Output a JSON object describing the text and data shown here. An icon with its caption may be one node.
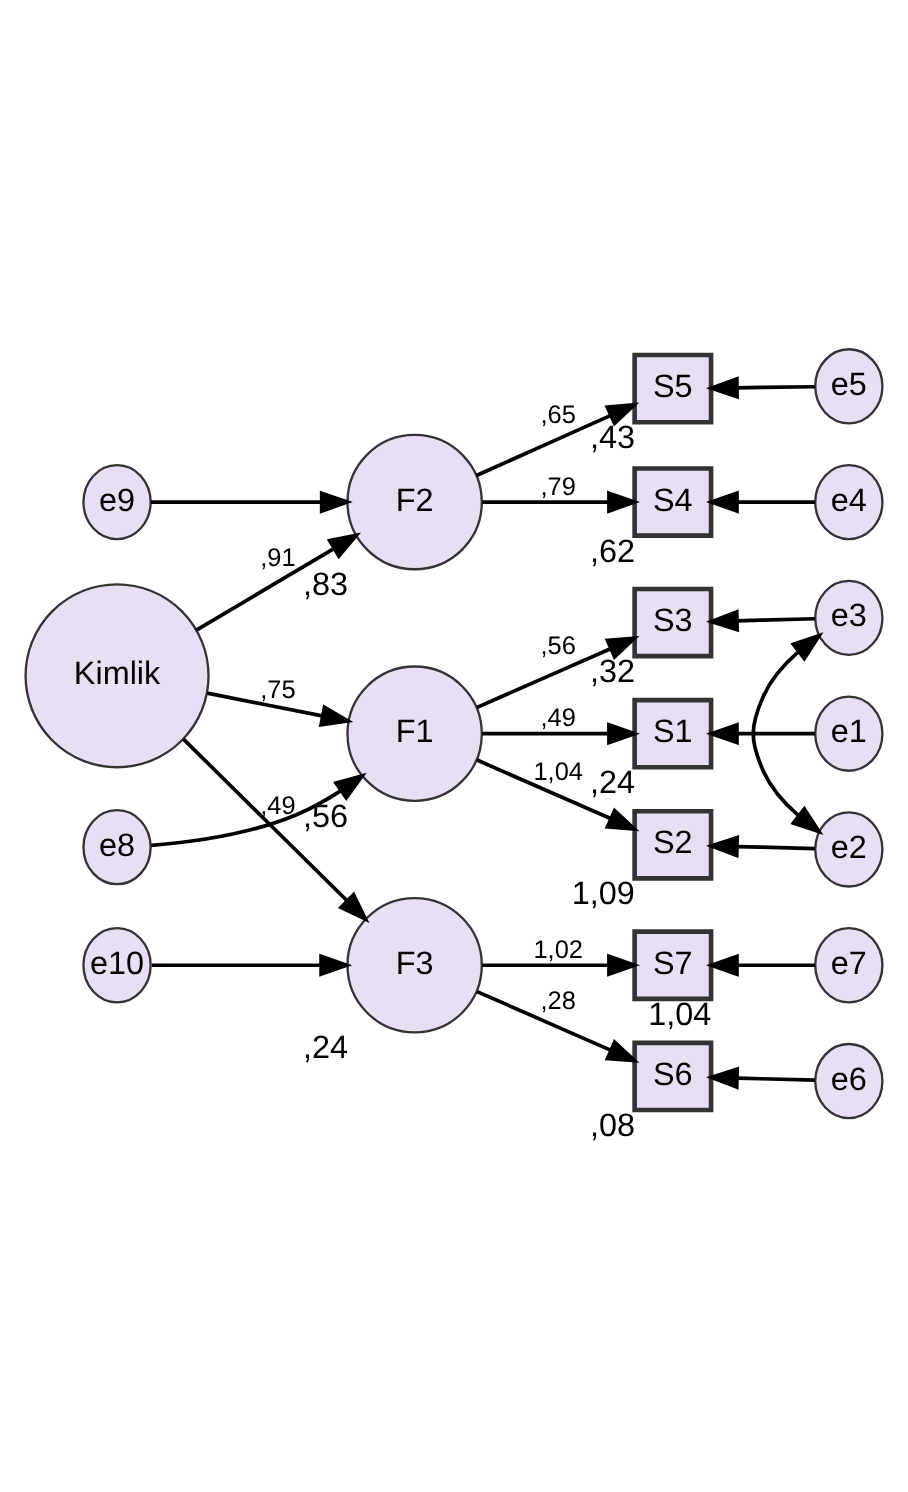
{
  "diagram": {
    "nodes": [
      {
        "text": [
          "e8"
        ]
      },
      {
        "text": [
          "F1"
        ],
        "beside": [
          ",56"
        ]
      },
      {
        "text": [
          "S1"
        ],
        "beside": [
          ",24"
        ]
      },
      {
        "text": [
          "e1"
        ]
      },
      {
        "text": [
          "S2"
        ],
        "beside": [
          "1,09"
        ]
      },
      {
        "text": [
          "e2"
        ]
      },
      {
        "text": [
          "S3"
        ],
        "beside": [
          ",32"
        ]
      },
      {
        "text": [
          "e3"
        ]
      },
      {
        "text": [
          "e9"
        ]
      },
      {
        "text": [
          "Kimlik"
        ]
      },
      {
        "text": [
          "F2"
        ],
        "beside": [
          ",83"
        ]
      },
      {
        "text": [
          "S4"
        ],
        "beside": [
          ",62"
        ]
      },
      {
        "text": [
          "e4"
        ]
      },
      {
        "text": [
          "S5"
        ],
        "beside": [
          ",43"
        ]
      },
      {
        "text": [
          "e5"
        ]
      },
      {
        "text": [
          "e10"
        ]
      },
      {
        "text": [
          "F3"
        ],
        "beside": [
          ",24"
        ]
      },
      {
        "text": [
          "S6"
        ],
        "beside": [
          ",08"
        ]
      },
      {
        "text": [
          "e6"
        ]
      },
      {
        "text": [
          "S7"
        ],
        "beside": [
          "1,04"
        ]
      },
      {
        "text": [
          "e7"
        ]
      }
    ],
    "edges": [
      {
        "from": 9,
        "to": 1,
        "arrow": "to",
        "label": ",75"
      },
      {
        "from": 9,
        "to": 10,
        "arrow": "to",
        "label": ",91"
      },
      {
        "from": 9,
        "to": 16,
        "arrow": "to",
        "label": ",49"
      },
      {
        "from": 0,
        "to": 1,
        "arrow": "to"
      },
      {
        "from": 8,
        "to": 10,
        "arrow": "to"
      },
      {
        "from": 15,
        "to": 16,
        "arrow": "to"
      },
      {
        "from": 1,
        "to": 2,
        "arrow": "to",
        "label": ",49"
      },
      {
        "from": 1,
        "to": 4,
        "arrow": "to",
        "label": "1,04"
      },
      {
        "from": 1,
        "to": 6,
        "arrow": "to",
        "label": ",56"
      },
      {
        "from": 10,
        "to": 11,
        "arrow": "to",
        "label": ",79"
      },
      {
        "from": 10,
        "to": 13,
        "arrow": "to",
        "label": ",65"
      },
      {
        "from": 16,
        "to": 17,
        "arrow": "to",
        "label": ",28"
      },
      {
        "from": 16,
        "to": 19,
        "arrow": "to",
        "label": "1,02"
      },
      {
        "from": 3,
        "to": 2,
        "arrow": "to"
      },
      {
        "from": 5,
        "to": 4,
        "arrow": "to"
      },
      {
        "from": 7,
        "to": 6,
        "arrow": "to"
      },
      {
        "from": 12,
        "to": 11,
        "arrow": "to"
      },
      {
        "from": 14,
        "to": 13,
        "arrow": "to"
      },
      {
        "from": 18,
        "to": 17,
        "arrow": "to"
      },
      {
        "from": 20,
        "to": 19,
        "arrow": "to"
      },
      {
        "from": 5,
        "to": 7,
        "arrow": "both"
      }
    ]
  }
}
